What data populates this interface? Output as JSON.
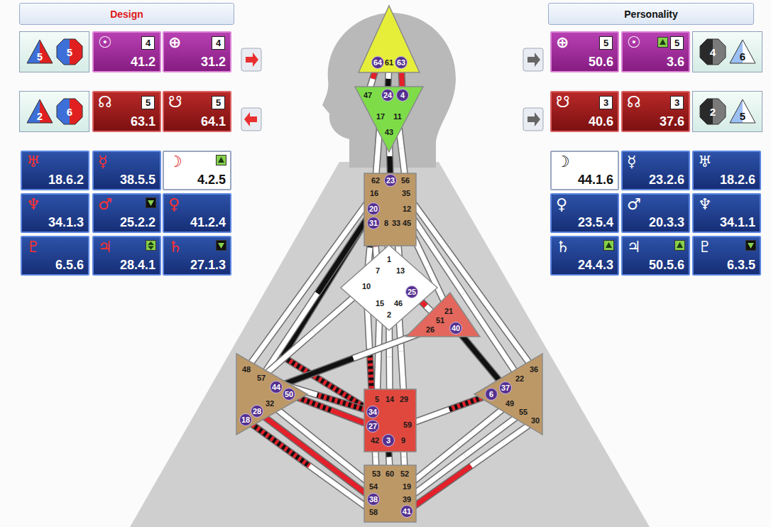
{
  "diagram": {
    "nodes": [
      {
        "text": [
          "Design"
        ]
      },
      {
        "text": [
          "Personality"
        ]
      },
      {
        "text": [
          "5",
          "5"
        ]
      },
      {
        "text": [
          "☉",
          "4",
          "41.2"
        ]
      },
      {
        "text": [
          "⊕",
          "4",
          "31.2"
        ]
      },
      {
        "text": [
          "⊕",
          "5",
          "50.6"
        ]
      },
      {
        "text": [
          "☉",
          "5",
          "3.6"
        ]
      },
      {
        "text": [
          "4",
          "6"
        ]
      },
      {
        "text": [
          "2",
          "6"
        ]
      },
      {
        "text": [
          "☊",
          "5",
          "63.1"
        ]
      },
      {
        "text": [
          "☋",
          "5",
          "64.1"
        ]
      },
      {
        "text": [
          "☋",
          "3",
          "40.6"
        ]
      },
      {
        "text": [
          "☊",
          "3",
          "37.6"
        ]
      },
      {
        "text": [
          "2",
          "5"
        ]
      },
      {
        "text": [
          "64",
          "61",
          "63"
        ]
      },
      {
        "text": [
          "47",
          "24",
          "4",
          "17",
          "11",
          "43"
        ]
      },
      {
        "text": [
          "62",
          "23",
          "56",
          "16",
          "35",
          "20",
          "12",
          "31",
          "8",
          "33",
          "45"
        ]
      },
      {
        "text": [
          "1",
          "7",
          "13",
          "10",
          "25",
          "15",
          "46",
          "2"
        ]
      },
      {
        "text": [
          "21",
          "51",
          "26",
          "40"
        ]
      },
      {
        "text": [
          "48",
          "57",
          "44",
          "50",
          "32",
          "28",
          "18"
        ]
      },
      {
        "text": [
          "5",
          "14",
          "29",
          "34",
          "27",
          "59",
          "42",
          "3",
          "9"
        ]
      },
      {
        "text": [
          "36",
          "22",
          "37",
          "6",
          "49",
          "55",
          "30"
        ]
      },
      {
        "text": [
          "53",
          "60",
          "52",
          "54",
          "19",
          "38",
          "39",
          "58",
          "41"
        ]
      },
      {
        "text": [
          "♅",
          "18.6.2"
        ]
      },
      {
        "text": [
          "☿",
          "38.5.5"
        ]
      },
      {
        "text": [
          "☽",
          "4.2.5"
        ]
      },
      {
        "text": [
          "♆",
          "34.1.3"
        ]
      },
      {
        "text": [
          "♂",
          "25.2.2"
        ]
      },
      {
        "text": [
          "♀",
          "41.2.4"
        ]
      },
      {
        "text": [
          "♇",
          "6.5.6"
        ]
      },
      {
        "text": [
          "♃",
          "28.4.1"
        ]
      },
      {
        "text": [
          "♄",
          "27.1.3"
        ]
      },
      {
        "text": [
          "☽",
          "44.1.6"
        ]
      },
      {
        "text": [
          "☿",
          "23.2.6"
        ]
      },
      {
        "text": [
          "♅",
          "18.2.6"
        ]
      },
      {
        "text": [
          "♀",
          "23.5.4"
        ]
      },
      {
        "text": [
          "♂",
          "20.3.3"
        ]
      },
      {
        "text": [
          "♆",
          "34.1.1"
        ]
      },
      {
        "text": [
          "♄",
          "24.4.3"
        ]
      },
      {
        "text": [
          "♃",
          "50.5.6"
        ]
      },
      {
        "text": [
          "♇",
          "6.3.5"
        ]
      }
    ],
    "edges": [
      {
        "from": 14,
        "to": 15,
        "arrow": "none"
      },
      {
        "from": 14,
        "to": 15,
        "arrow": "none"
      },
      {
        "from": 14,
        "to": 15,
        "arrow": "none"
      },
      {
        "from": 15,
        "to": 16,
        "arrow": "none"
      },
      {
        "from": 15,
        "to": 16,
        "arrow": "none"
      },
      {
        "from": 15,
        "to": 16,
        "arrow": "none"
      },
      {
        "from": 16,
        "to": 17,
        "arrow": "none"
      },
      {
        "from": 16,
        "to": 17,
        "arrow": "none"
      },
      {
        "from": 16,
        "to": 17,
        "arrow": "none"
      },
      {
        "from": 16,
        "to": 17,
        "arrow": "none"
      },
      {
        "from": 16,
        "to": 18,
        "arrow": "none"
      },
      {
        "from": 16,
        "to": 20,
        "arrow": "none"
      },
      {
        "from": 16,
        "to": 19,
        "arrow": "none"
      },
      {
        "from": 16,
        "to": 19,
        "arrow": "none"
      },
      {
        "from": 16,
        "to": 21,
        "arrow": "none"
      },
      {
        "from": 16,
        "to": 21,
        "arrow": "none"
      },
      {
        "from": 17,
        "to": 18,
        "arrow": "none"
      },
      {
        "from": 17,
        "to": 20,
        "arrow": "none"
      },
      {
        "from": 17,
        "to": 20,
        "arrow": "none"
      },
      {
        "from": 17,
        "to": 20,
        "arrow": "none"
      },
      {
        "from": 17,
        "to": 19,
        "arrow": "none"
      },
      {
        "from": 17,
        "to": 20,
        "arrow": "none"
      },
      {
        "from": 18,
        "to": 19,
        "arrow": "none"
      },
      {
        "from": 18,
        "to": 21,
        "arrow": "none"
      },
      {
        "from": 20,
        "to": 19,
        "arrow": "none"
      },
      {
        "from": 20,
        "to": 19,
        "arrow": "none"
      },
      {
        "from": 20,
        "to": 21,
        "arrow": "none"
      },
      {
        "from": 20,
        "to": 22,
        "arrow": "none"
      },
      {
        "from": 20,
        "to": 22,
        "arrow": "none"
      },
      {
        "from": 20,
        "to": 22,
        "arrow": "none"
      },
      {
        "from": 19,
        "to": 22,
        "arrow": "none"
      },
      {
        "from": 19,
        "to": 22,
        "arrow": "none"
      },
      {
        "from": 19,
        "to": 22,
        "arrow": "none"
      },
      {
        "from": 21,
        "to": 22,
        "arrow": "none"
      },
      {
        "from": 21,
        "to": 22,
        "arrow": "none"
      },
      {
        "from": 21,
        "to": 22,
        "arrow": "none"
      }
    ]
  }
}
